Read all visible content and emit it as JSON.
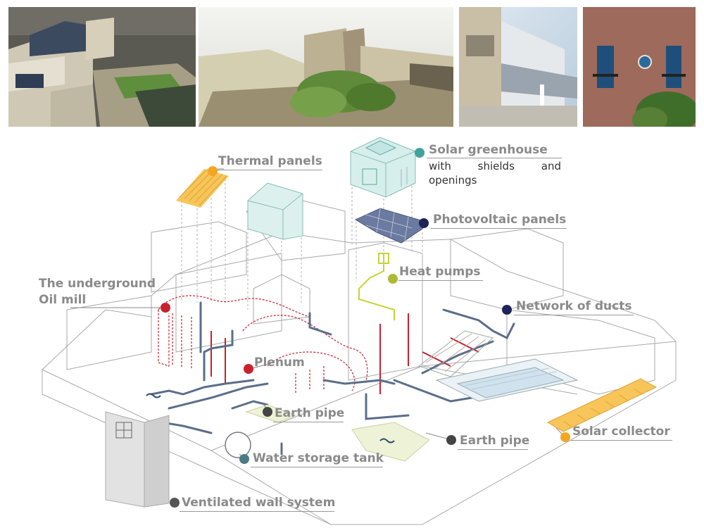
{
  "photos": [
    {
      "name": "rooftop-render-1"
    },
    {
      "name": "rooftop-render-2"
    },
    {
      "name": "facade-render"
    },
    {
      "name": "facade-photo"
    }
  ],
  "labels": {
    "thermal_panels": "Thermal panels",
    "solar_greenhouse": "Solar greenhouse",
    "solar_greenhouse_sub": [
      "with",
      "shields",
      "and"
    ],
    "solar_greenhouse_sub2": "openings",
    "photovoltaic_panels": "Photovoltaic panels",
    "heat_pumps": "Heat pumps",
    "underground_oil_mill_1": "The underground",
    "underground_oil_mill_2": "Oil mill",
    "network_of_ducts": "Network of ducts",
    "plenum": "Plenum",
    "earth_pipe_1": "Earth pipe",
    "earth_pipe_2": "Earth pipe",
    "water_storage_tank": "Water storage tank",
    "solar_collector": "Solar collector",
    "ventilated_wall_system": "Ventilated wall system"
  },
  "colors": {
    "label_text": "#8a8a8a",
    "building_lines": "#9a9a9a",
    "hot_ducts": "#c8202f",
    "cold_ducts": "#5a6e8a",
    "greenhouse": "#d6efec",
    "thermal_panel": "#f7c55a",
    "pv_panel": "#6a7aa0",
    "heat_pump_line": "#c9d23a",
    "dot_red": "#c8202f",
    "dot_teal": "#3fa39a",
    "dot_navy": "#1e2456",
    "dot_olive": "#aeb93a",
    "dot_orange": "#f4a623",
    "dot_gray": "#555555",
    "dot_slate": "#4b7c86"
  }
}
